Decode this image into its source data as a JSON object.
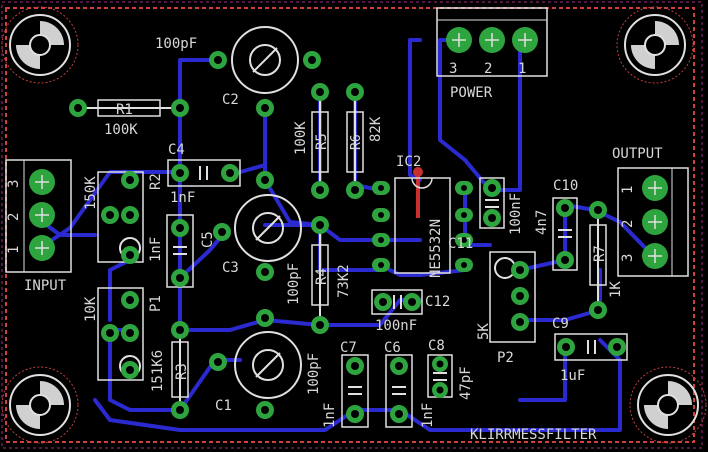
{
  "board": {
    "title": "KLIRRMESSFILTER",
    "colors": {
      "background": "#000000",
      "trace": "#2a2ad0",
      "pad": "#2ea43e",
      "silk": "#d8d8d8",
      "border": "#d04040",
      "via": "#c83030"
    }
  },
  "connectors": {
    "power": {
      "label": "POWER",
      "pins": [
        "3",
        "2",
        "1"
      ]
    },
    "input": {
      "label": "INPUT",
      "pins": [
        "3",
        "2",
        "1"
      ]
    },
    "output": {
      "label": "OUTPUT",
      "pins": [
        "1",
        "2",
        "3"
      ]
    }
  },
  "components": {
    "R1": {
      "name": "R1",
      "value": "100K"
    },
    "R2": {
      "name": "R2",
      "value": "150K"
    },
    "R3": {
      "name": "R3",
      "value": "151K6"
    },
    "R4": {
      "name": "R4",
      "value": "73K2"
    },
    "R5": {
      "name": "R5",
      "value": "100K"
    },
    "R6": {
      "name": "R6",
      "value": "82K"
    },
    "R7": {
      "name": "R7",
      "value": "1K"
    },
    "C1": {
      "name": "C1",
      "value": "100pF"
    },
    "C2": {
      "name": "C2",
      "value": "100pF"
    },
    "C3": {
      "name": "C3",
      "value": "100pF"
    },
    "C4": {
      "name": "C4",
      "value": "1nF"
    },
    "C5": {
      "name": "C5",
      "value": "1nF"
    },
    "C6": {
      "name": "C6",
      "value": "1nF"
    },
    "C7": {
      "name": "C7",
      "value": "1nF"
    },
    "C8": {
      "name": "C8",
      "value": "47pF"
    },
    "C9": {
      "name": "C9",
      "value": "1uF"
    },
    "C10": {
      "name": "C10",
      "value": "4n7"
    },
    "C11": {
      "name": "C11",
      "value": "100nF"
    },
    "C12": {
      "name": "C12",
      "value": "100nF"
    },
    "P1": {
      "name": "P1",
      "value": "10K"
    },
    "P2": {
      "name": "P2",
      "value": "5K"
    },
    "IC2": {
      "name": "IC2",
      "value": "NE5532N"
    }
  }
}
